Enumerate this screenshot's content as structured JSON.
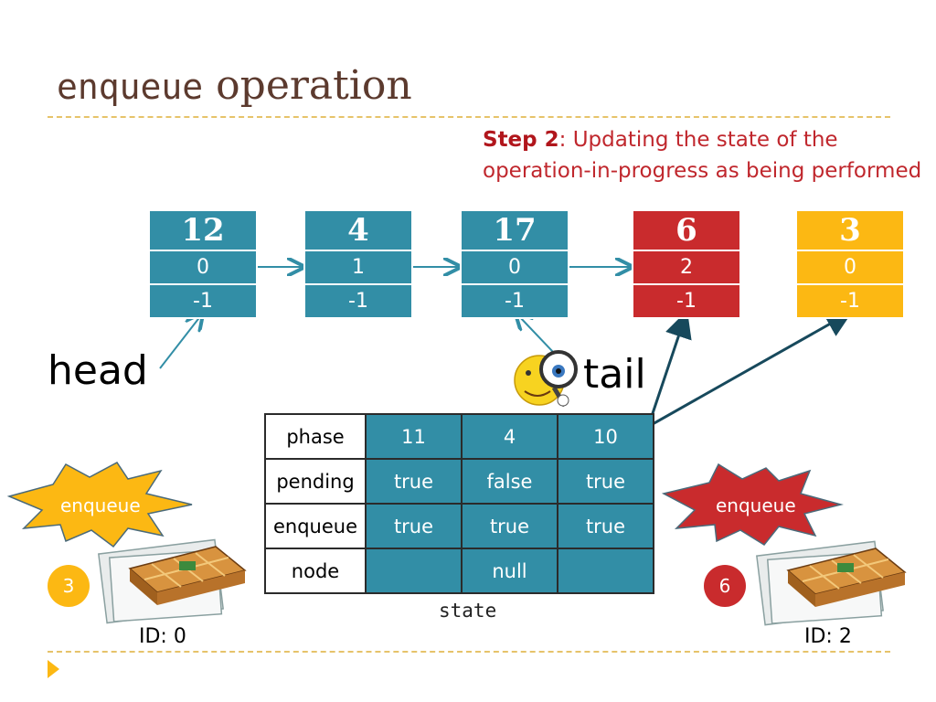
{
  "title": {
    "mono": "enqueue",
    "rest": "operation"
  },
  "step": {
    "bold": "Step 2",
    "line1": ": Updating the state of the",
    "line2": "operation-in-progress as being performed"
  },
  "nodes": [
    {
      "value": "12",
      "field2": "0",
      "field3": "-1",
      "color": "#328ea6"
    },
    {
      "value": "4",
      "field2": "1",
      "field3": "-1",
      "color": "#328ea6"
    },
    {
      "value": "17",
      "field2": "0",
      "field3": "-1",
      "color": "#328ea6"
    },
    {
      "value": "6",
      "field2": "2",
      "field3": "-1",
      "color": "#c92b2d"
    },
    {
      "value": "3",
      "field2": "0",
      "field3": "-1",
      "color": "#fcb813"
    }
  ],
  "labels": {
    "head": "head",
    "tail": "tail",
    "state": "state"
  },
  "state_table": {
    "rows": [
      {
        "label": "phase",
        "values": [
          "11",
          "4",
          "10"
        ]
      },
      {
        "label": "pending",
        "values": [
          "true",
          "false",
          "true"
        ]
      },
      {
        "label": "enqueue",
        "values": [
          "true",
          "true",
          "true"
        ]
      },
      {
        "label": "node",
        "values": [
          "",
          "null",
          ""
        ]
      }
    ]
  },
  "threads": [
    {
      "burst": "enqueue",
      "value": "3",
      "id": "ID: 0",
      "burst_color": "#fcb813",
      "circle_color": "#fcb813"
    },
    {
      "burst": "enqueue",
      "value": "6",
      "id": "ID: 2",
      "burst_color": "#c92b2d",
      "circle_color": "#c92b2d"
    }
  ],
  "colors": {
    "teal": "#328ea6",
    "red": "#c92b2d",
    "gold": "#fcb813",
    "arrow": "#17495c"
  }
}
